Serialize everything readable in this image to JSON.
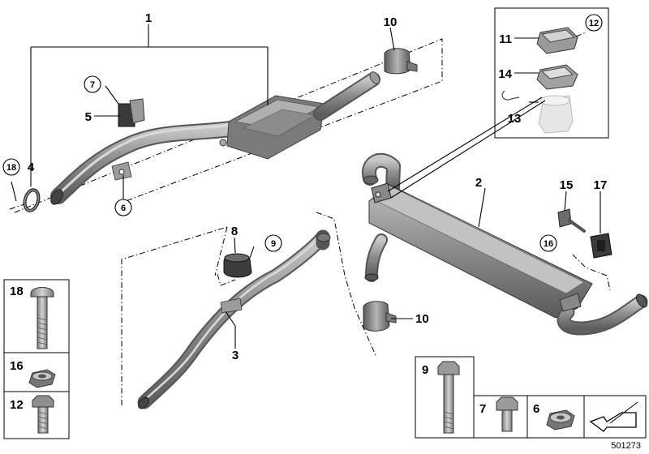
{
  "callouts": {
    "c1": "1",
    "c2": "2",
    "c3": "3",
    "c4": "4",
    "c5": "5",
    "c6": "6",
    "c7": "7",
    "c8": "8",
    "c9": "9",
    "c10a": "10",
    "c10b": "10",
    "c11": "11",
    "c12": "12",
    "c13": "13",
    "c14": "14",
    "c15": "15",
    "c16": "16",
    "c17": "17",
    "c18": "18"
  },
  "legend_left": {
    "item_a": "18",
    "item_b": "16",
    "item_c": "12"
  },
  "legend_bottom": {
    "item_a": "9",
    "item_b": "7",
    "item_c": "6"
  },
  "reference_number": "501273",
  "colors": {
    "pipe_dark": "#6e6e6e",
    "pipe_light": "#a9a9a9",
    "line": "#000000",
    "inset_part": "#d8d8d8"
  }
}
